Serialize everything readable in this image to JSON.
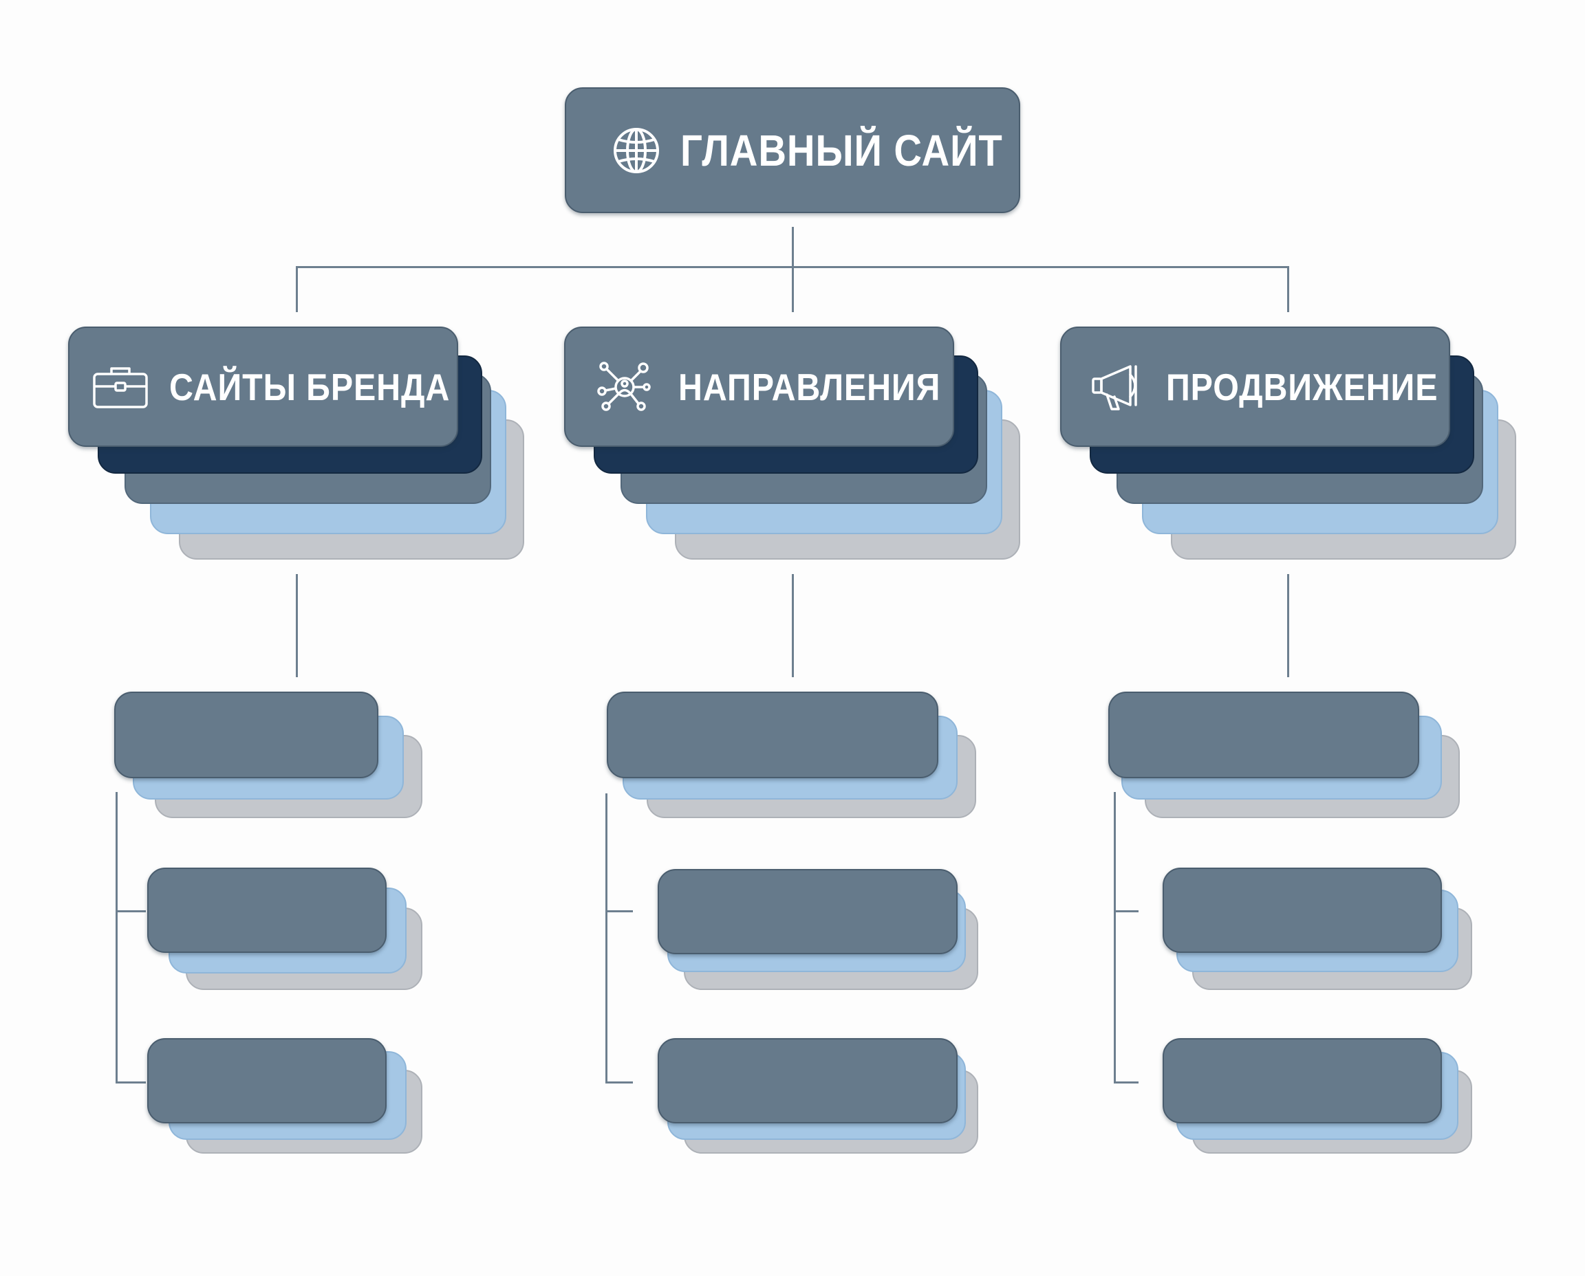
{
  "root": {
    "label": "ГЛАВНЫЙ САЙТ",
    "icon": "globe-icon"
  },
  "categories": [
    {
      "label": "САЙТЫ БРЕНДА",
      "icon": "briefcase-icon"
    },
    {
      "label": "НАПРАВЛЕНИЯ",
      "icon": "network-nodes-icon"
    },
    {
      "label": "ПРОДВИЖЕНИЕ",
      "icon": "megaphone-icon"
    }
  ],
  "colors": {
    "primary_slate": "#667a8b",
    "navy": "#1b3554",
    "light_blue": "#a5c7e5",
    "light_grey": "#c4c7cc",
    "connector": "#6d7f8f",
    "text": "#ffffff"
  }
}
